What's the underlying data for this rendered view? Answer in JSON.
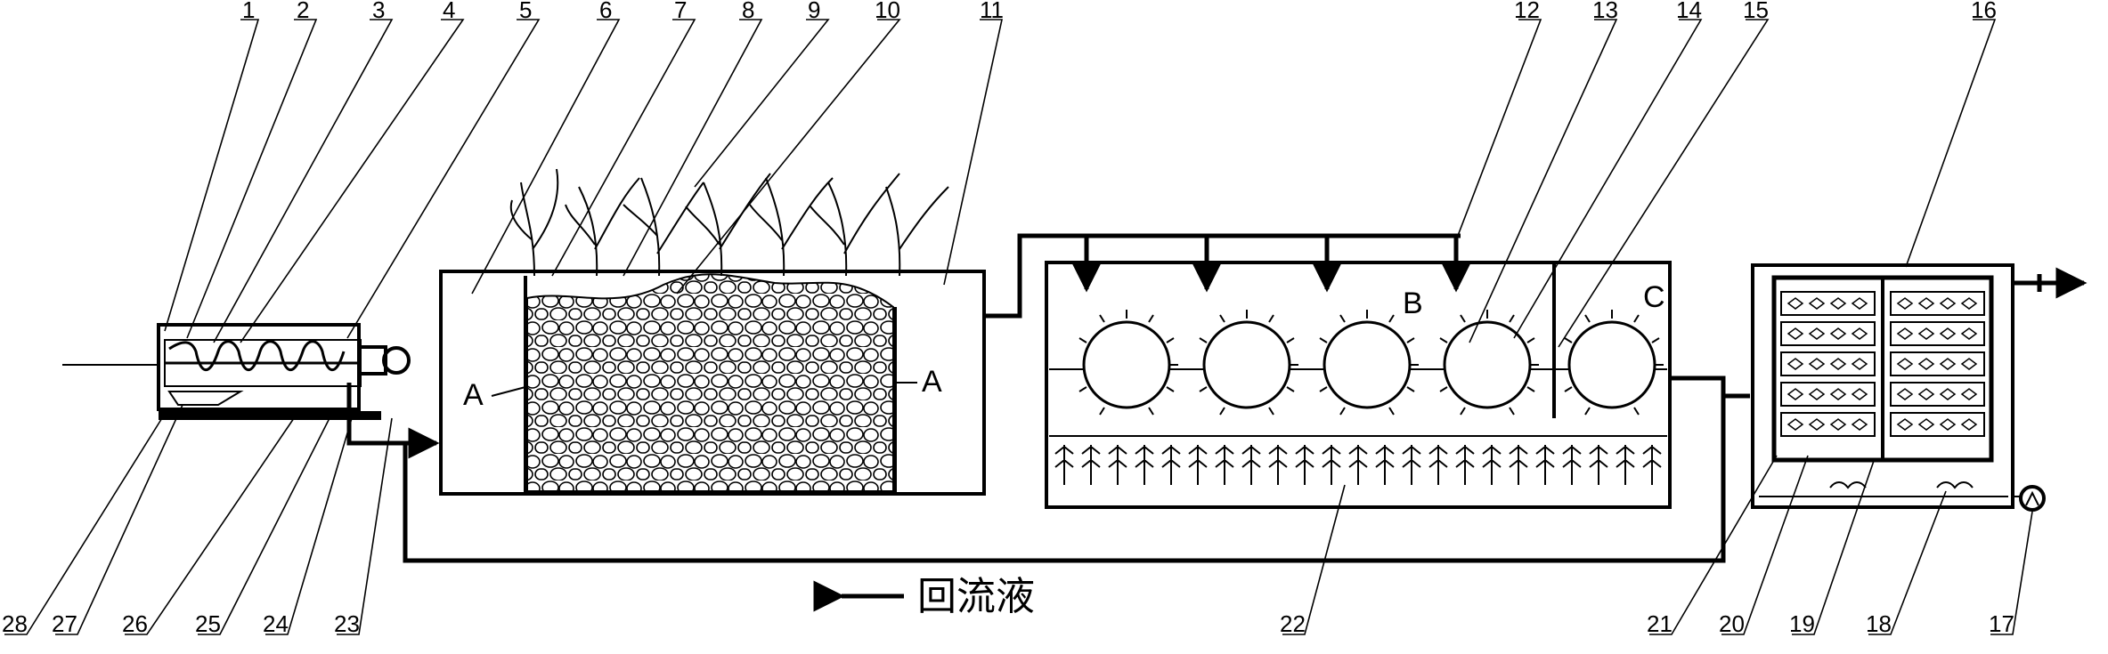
{
  "figure": {
    "reference_numbers": [
      "1",
      "2",
      "3",
      "4",
      "5",
      "6",
      "7",
      "8",
      "9",
      "10",
      "11",
      "12",
      "13",
      "14",
      "15",
      "16",
      "17",
      "18",
      "19",
      "20",
      "21",
      "22",
      "23",
      "24",
      "25",
      "26",
      "27",
      "28"
    ],
    "section_letters": {
      "wetland_left": "A",
      "wetland_right": "A",
      "tank_b": "B",
      "tank_c": "C"
    },
    "legend": {
      "label": "回流液"
    }
  }
}
